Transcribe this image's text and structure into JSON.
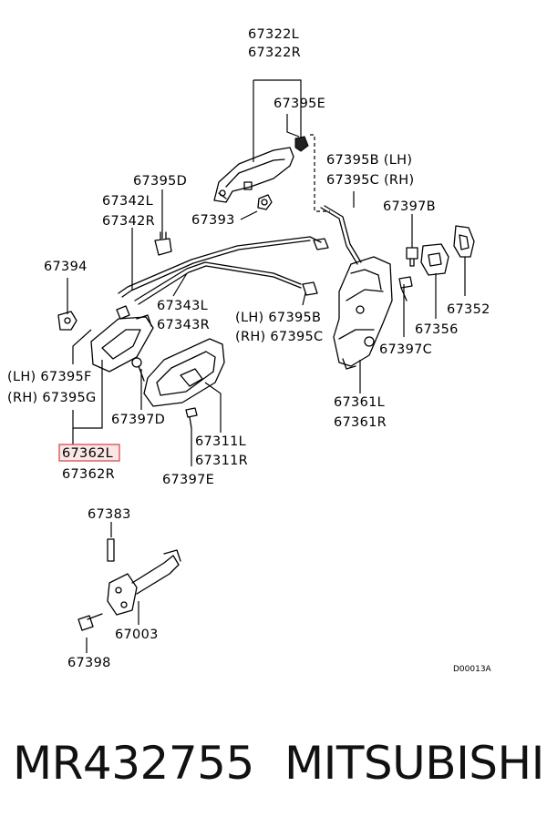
{
  "diagram": {
    "labels": {
      "l67322L": "67322L",
      "l67322R": "67322R",
      "l67395E": "67395E",
      "l67395B_top": "67395B (LH)",
      "l67395C_top": "67395C (RH)",
      "l67395D": "67395D",
      "l67342L": "67342L",
      "l67342R": "67342R",
      "l67393": "67393",
      "l67397B": "67397B",
      "l67394": "67394",
      "l67343L": "67343L",
      "l67343R": "67343R",
      "l67395B_mid": "(LH) 67395B",
      "l67395C_mid": "(RH) 67395C",
      "l67352": "67352",
      "l67356": "67356",
      "l67397C": "67397C",
      "l67395F": "(LH) 67395F",
      "l67395G": "(RH) 67395G",
      "l67361L": "67361L",
      "l67361R": "67361R",
      "l67397D": "67397D",
      "l67311L": "67311L",
      "l67311R": "67311R",
      "l67362L": "67362L",
      "l67362R": "67362R",
      "l67397E": "67397E",
      "l67383": "67383",
      "l67003": "67003",
      "l67398": "67398"
    },
    "drawing_code": "D00013A",
    "highlight_color": "#d04040"
  },
  "footer": {
    "part_number": "MR432755",
    "brand": "MITSUBISHI"
  }
}
